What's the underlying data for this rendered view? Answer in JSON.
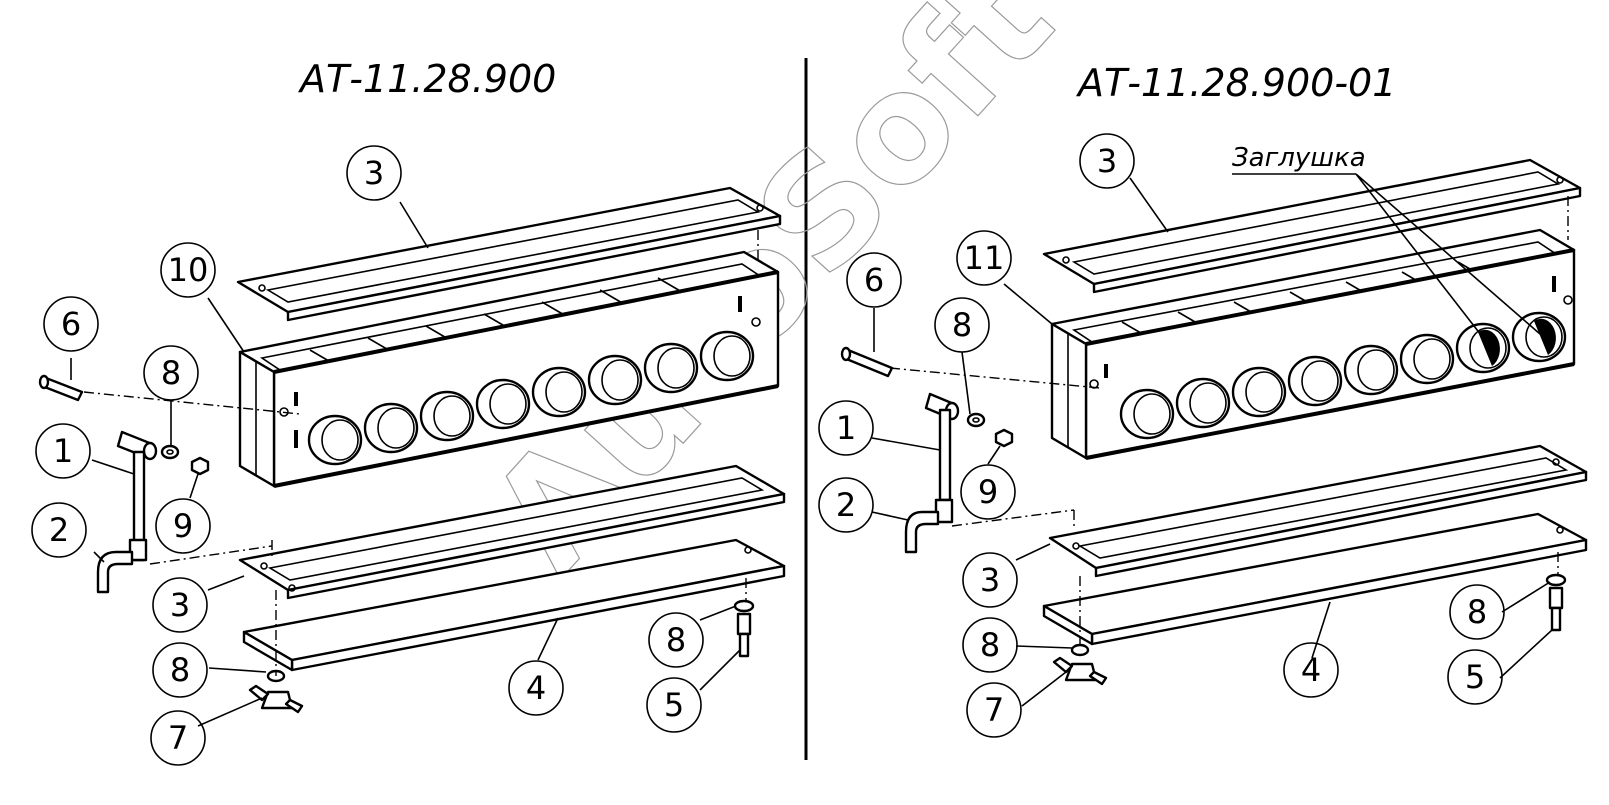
{
  "titles": {
    "left": "АТ-11.28.900",
    "right": "АТ-11.28.900-01"
  },
  "annotation": {
    "plug": "Заглушка"
  },
  "watermark": "AutoSoft",
  "callouts": {
    "left": [
      "3",
      "10",
      "6",
      "8",
      "1",
      "9",
      "2",
      "3",
      "8",
      "7",
      "4",
      "8",
      "5"
    ],
    "right": [
      "3",
      "11",
      "6",
      "8",
      "1",
      "9",
      "2",
      "3",
      "8",
      "7",
      "4",
      "8",
      "5"
    ]
  }
}
